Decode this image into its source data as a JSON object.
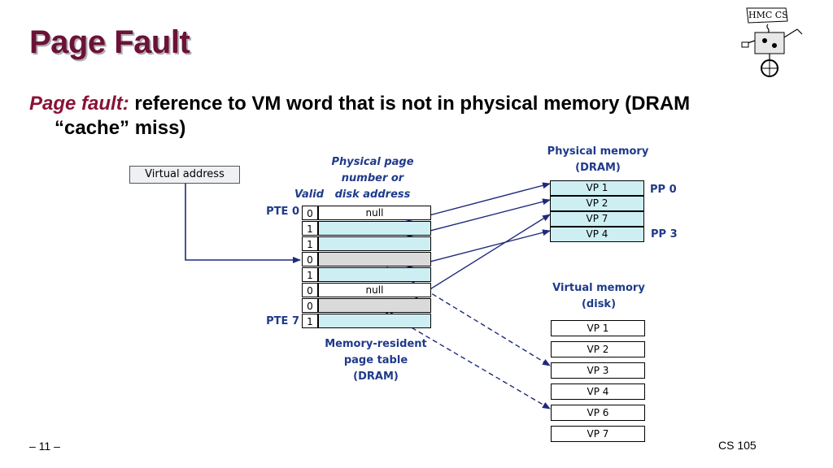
{
  "title": "Page Fault",
  "subtitle": {
    "term": "Page fault:",
    "line1": "reference to VM word that is not in physical memory (DRAM",
    "line2": "“cache” miss)"
  },
  "diagram": {
    "virtual_address_label": "Virtual address",
    "column_headers": {
      "valid": "Valid",
      "ppn_line1": "Physical page",
      "ppn_line2": "number or",
      "ppn_line3": "disk address"
    },
    "pte_labels": {
      "first": "PTE 0",
      "last": "PTE 7"
    },
    "page_table": [
      {
        "valid": "0",
        "entry": "null",
        "kind": "null"
      },
      {
        "valid": "1",
        "entry": "",
        "kind": "memory"
      },
      {
        "valid": "1",
        "entry": "",
        "kind": "memory"
      },
      {
        "valid": "0",
        "entry": "",
        "kind": "disk"
      },
      {
        "valid": "1",
        "entry": "",
        "kind": "memory"
      },
      {
        "valid": "0",
        "entry": "null",
        "kind": "null"
      },
      {
        "valid": "0",
        "entry": "",
        "kind": "disk"
      },
      {
        "valid": "1",
        "entry": "",
        "kind": "memory"
      }
    ],
    "page_table_caption": {
      "line1": "Memory-resident",
      "line2": "page table",
      "line3": "(DRAM)"
    },
    "physical_memory": {
      "title_line1": "Physical memory",
      "title_line2": "(DRAM)",
      "pages": [
        "VP 1",
        "VP 2",
        "VP 7",
        "VP 4"
      ],
      "pp_first": "PP 0",
      "pp_last": "PP 3"
    },
    "virtual_memory": {
      "title_line1": "Virtual memory",
      "title_line2": "(disk)",
      "pages": [
        "VP 1",
        "VP 2",
        "VP 3",
        "VP 4",
        "VP 6",
        "VP 7"
      ]
    }
  },
  "footer": {
    "page_number": "– 11 –",
    "course": "CS 105"
  },
  "logo": {
    "text": "HMC CS"
  },
  "colors": {
    "title": "#6b1238",
    "term": "#8a1235",
    "label_blue": "#1f3a8a",
    "cell_cyan": "#cdeff4",
    "cell_gray": "#dadada",
    "arrow": "#1f2a7a"
  }
}
